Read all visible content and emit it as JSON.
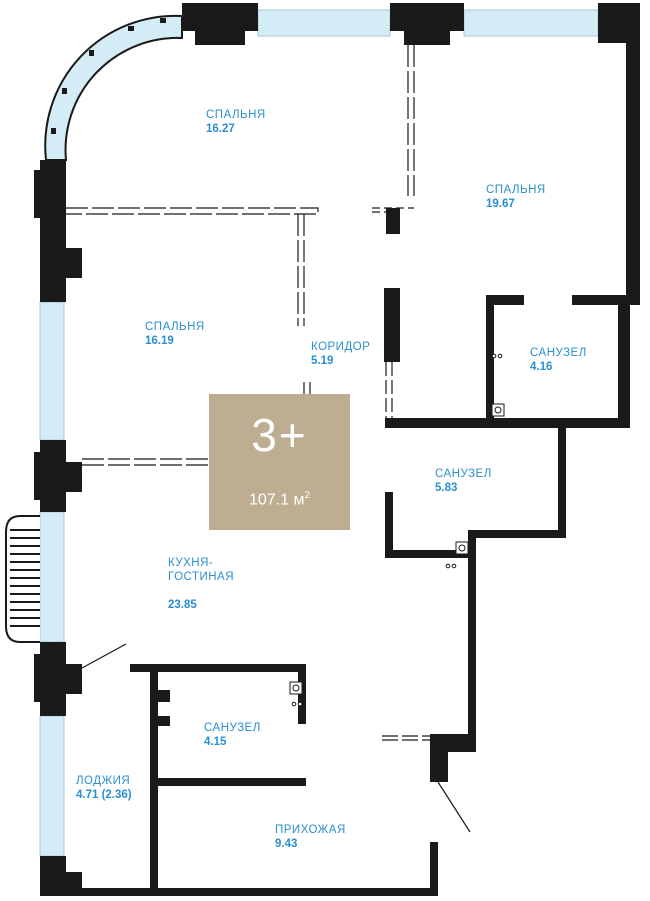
{
  "apartment": {
    "type": "3+",
    "total_area": "107.1",
    "unit": "м",
    "unit_power": "2"
  },
  "rooms": [
    {
      "name": "СПАЛЬНЯ",
      "area": "16.27"
    },
    {
      "name": "СПАЛЬНЯ",
      "area": "19.67"
    },
    {
      "name": "СПАЛЬНЯ",
      "area": "16.19"
    },
    {
      "name": "КОРИДОР",
      "area": "5.19"
    },
    {
      "name": "САНУЗЕЛ",
      "area": "4.16"
    },
    {
      "name": "САНУЗЕЛ",
      "area": "5.83"
    },
    {
      "name": "КУХНЯ-\nГОСТИНАЯ",
      "area": "23.85"
    },
    {
      "name": "САНУЗЕЛ",
      "area": "4.15"
    },
    {
      "name": "ЛОДЖИЯ",
      "area": "4.71 (2.36)"
    },
    {
      "name": "ПРИХОЖАЯ",
      "area": "9.43"
    }
  ],
  "colors": {
    "wall": "#1a1a1a",
    "window": "#d3ecf6",
    "label": "#2a8fd0",
    "badge": "#bdae92"
  }
}
